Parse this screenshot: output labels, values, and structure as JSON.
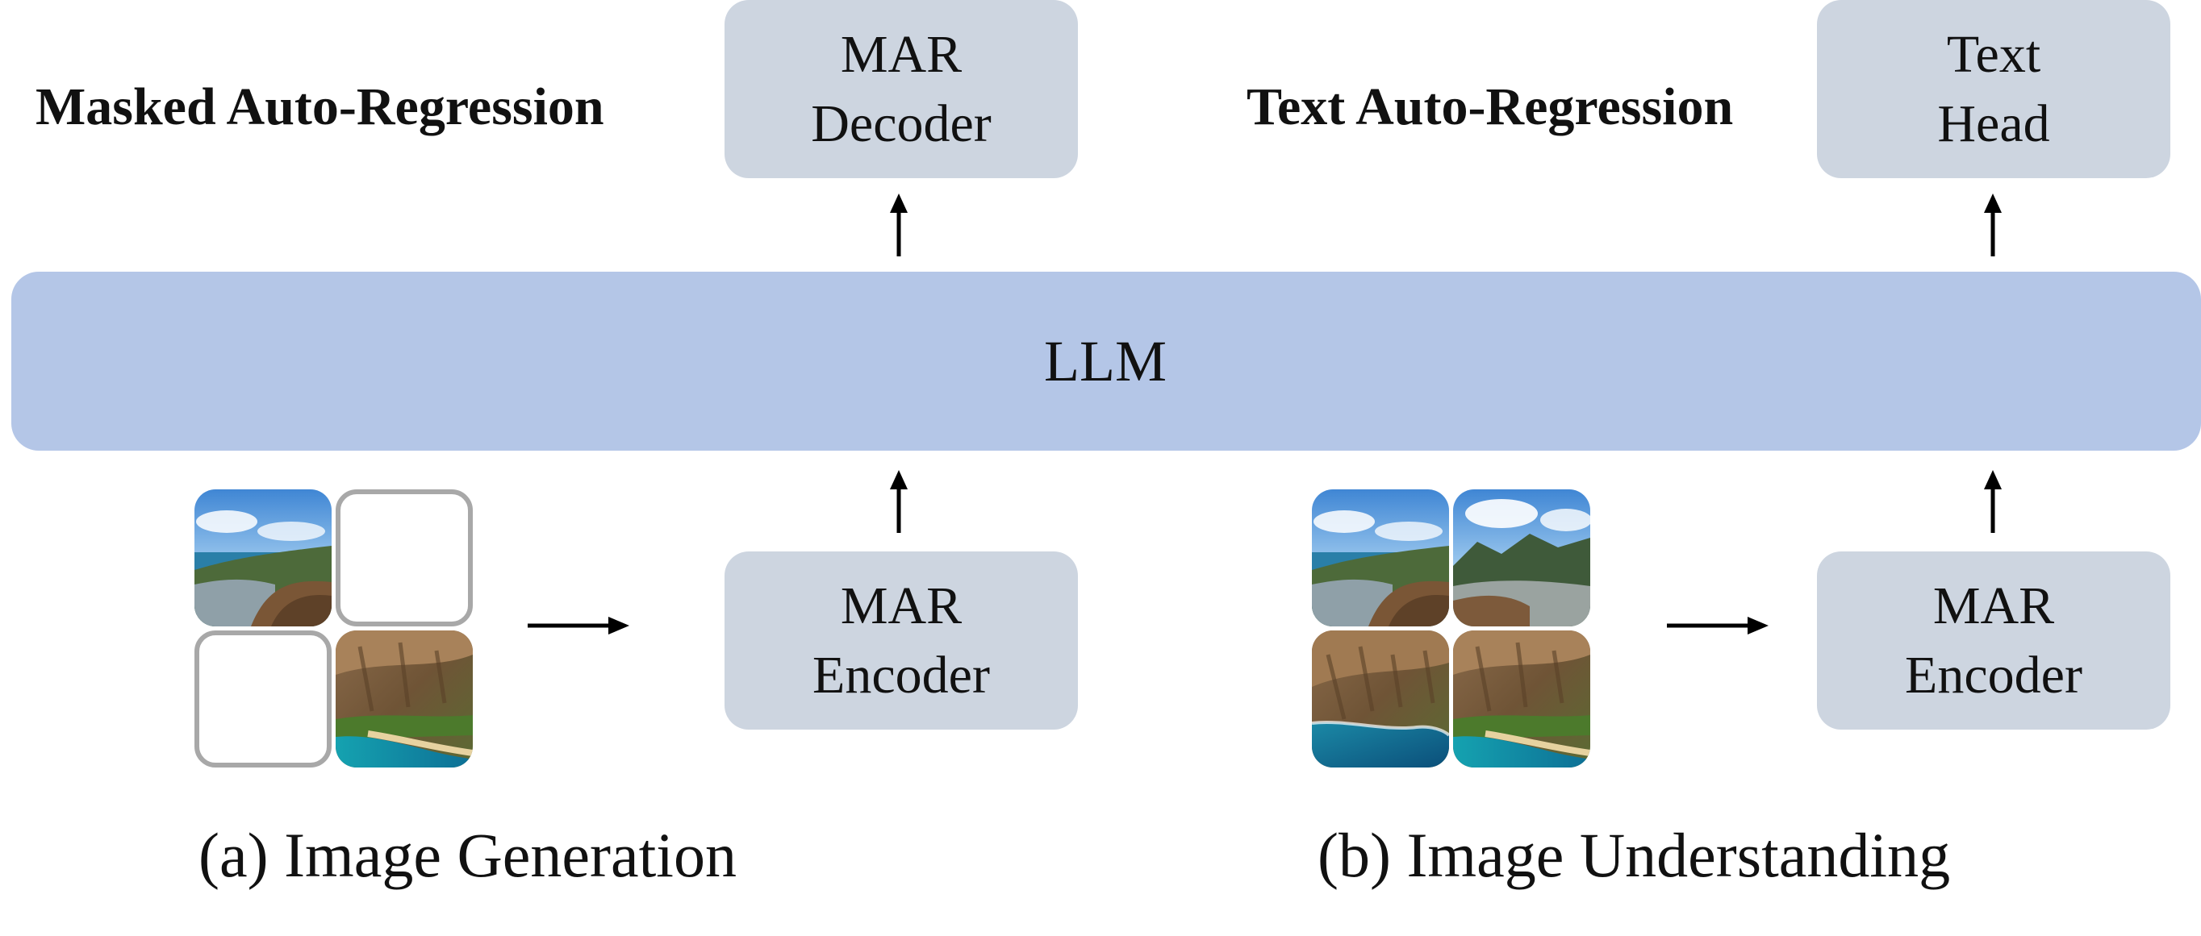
{
  "left_panel": {
    "section_title": "Masked Auto-Regression",
    "decoder_line1": "MAR",
    "decoder_line2": "Decoder",
    "encoder_line1": "MAR",
    "encoder_line2": "Encoder",
    "caption": "(a) Image Generation"
  },
  "right_panel": {
    "section_title": "Text Auto-Regression",
    "head_line1": "Text",
    "head_line2": "Head",
    "encoder_line1": "MAR",
    "encoder_line2": "Encoder",
    "caption": "(b) Image Understanding"
  },
  "llm_label": "LLM",
  "colors": {
    "module_box": "#cdd5e0",
    "llm_bar": "#b4c6e7",
    "masked_tile_border": "#a8a8a8",
    "arrow": "#000000"
  }
}
